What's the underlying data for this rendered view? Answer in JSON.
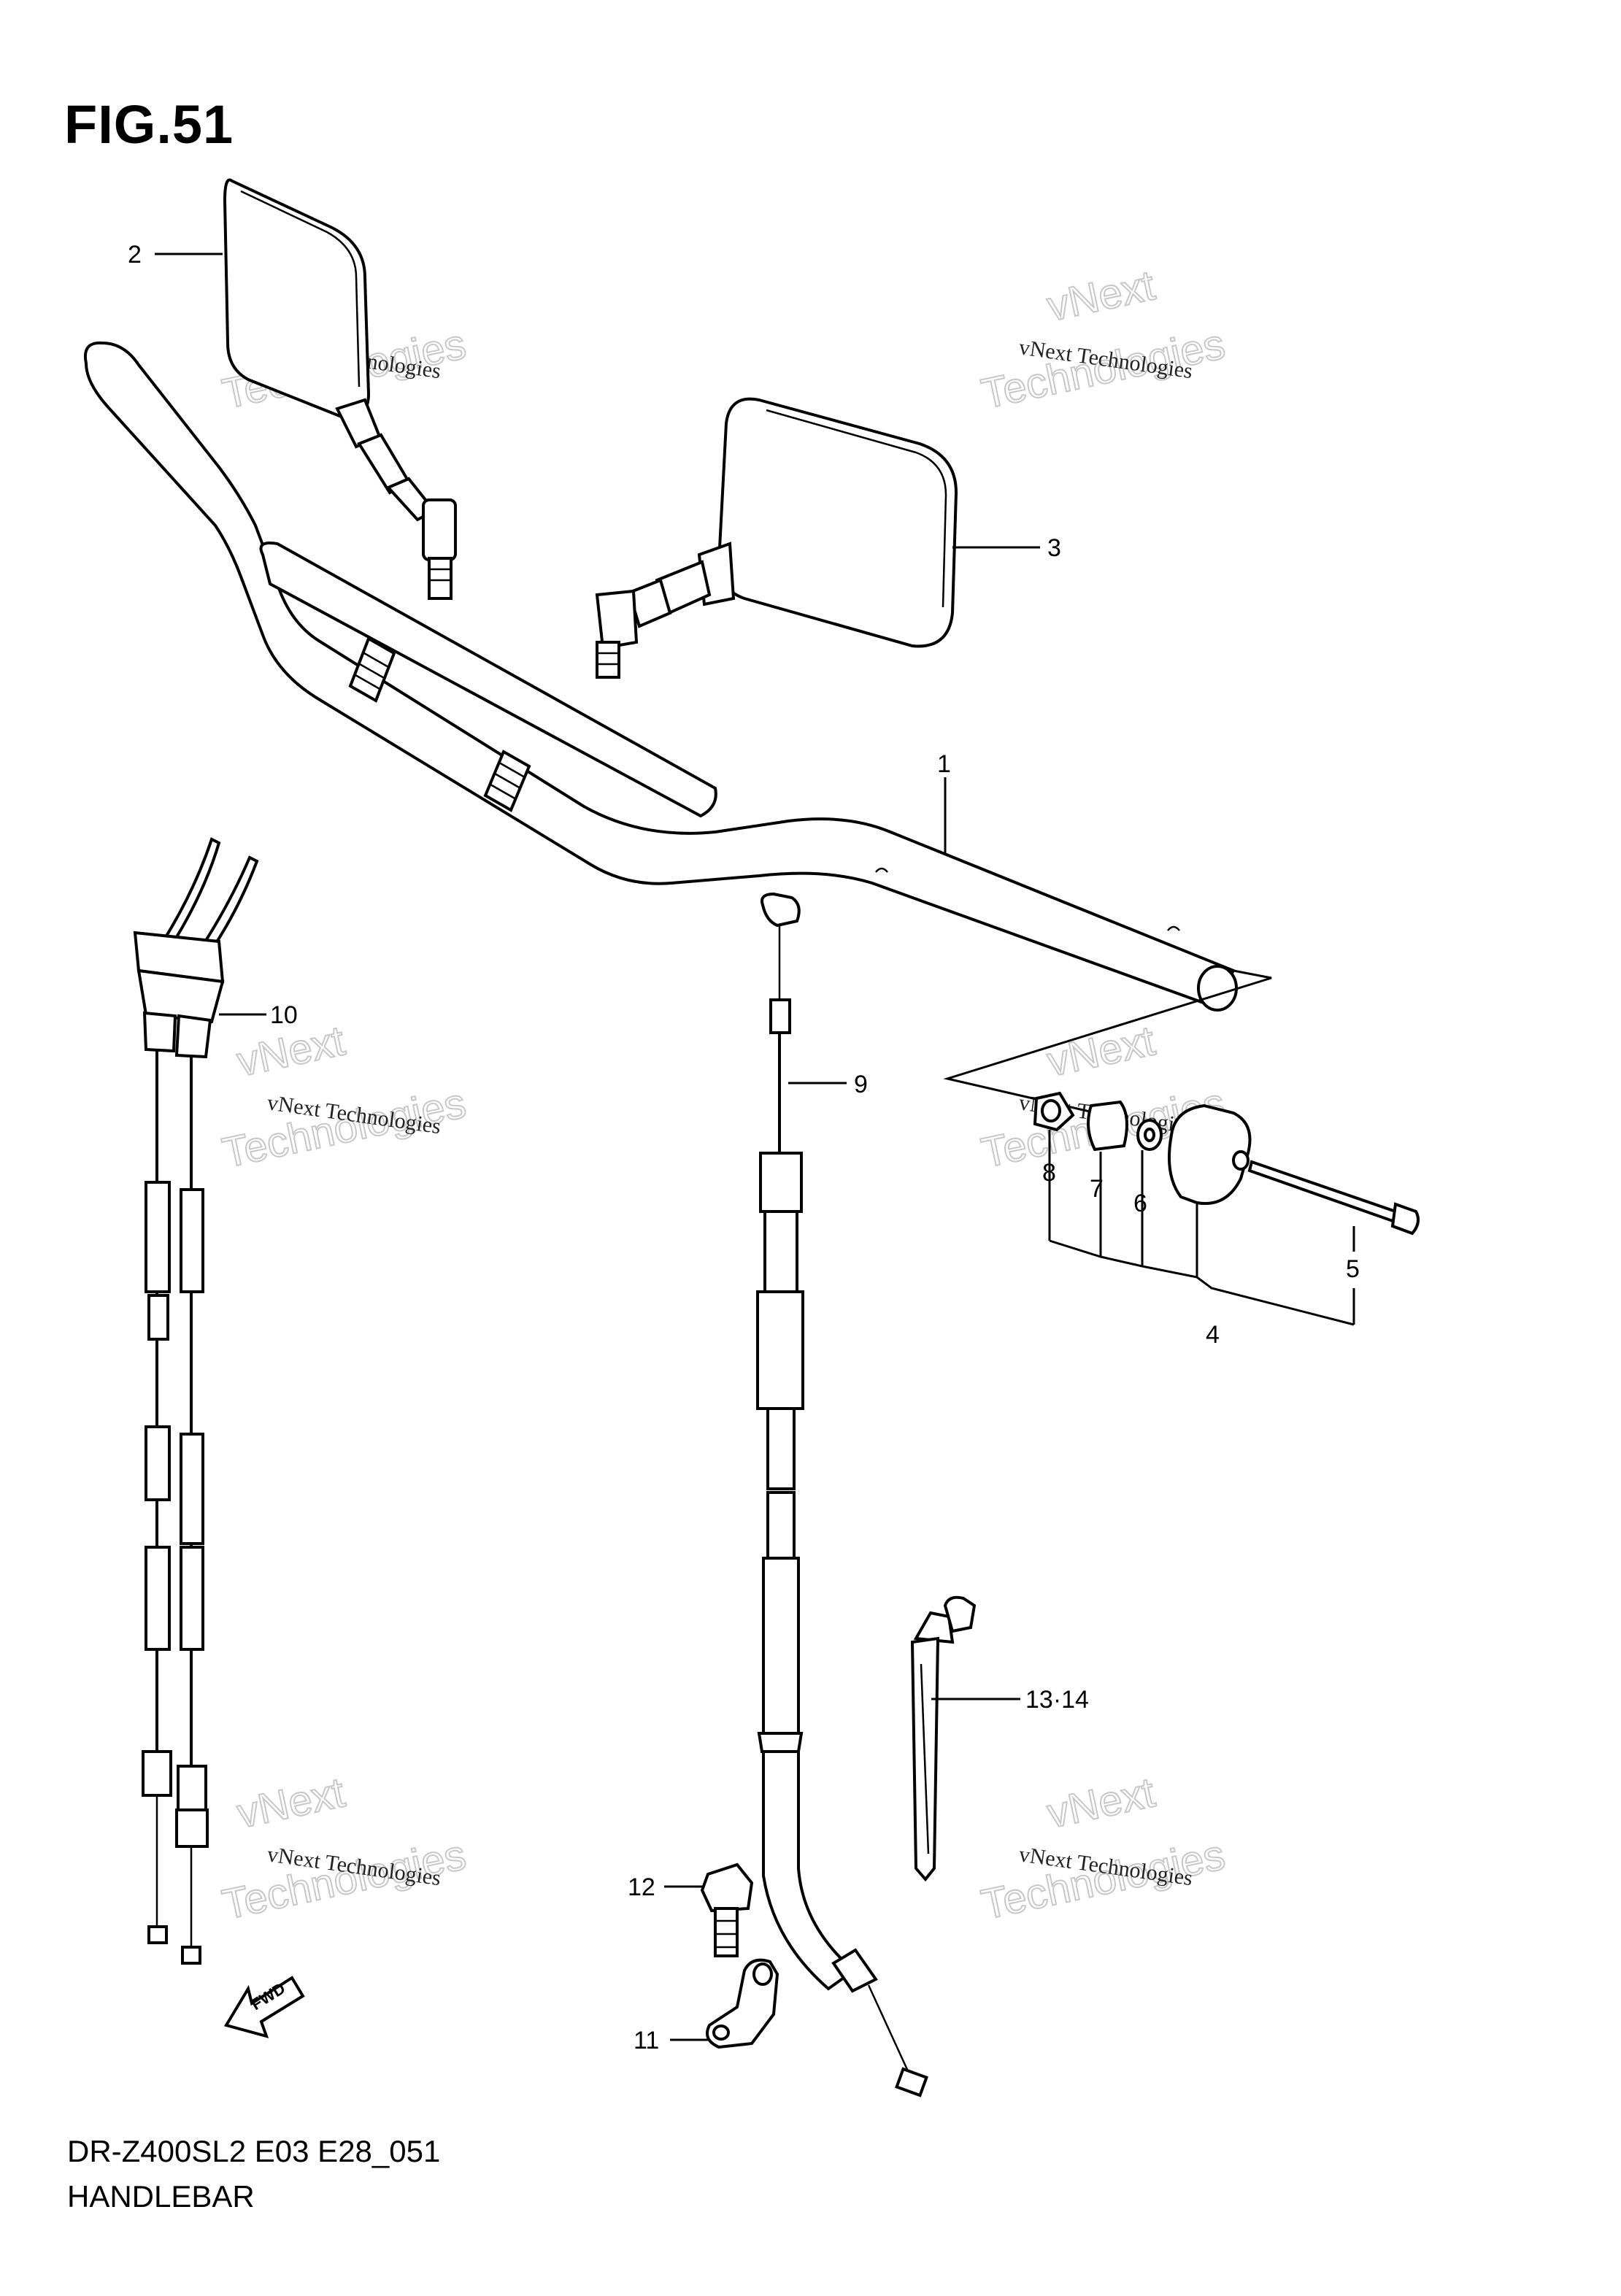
{
  "figure": {
    "title": "FIG.51"
  },
  "footer": {
    "code": "DR-Z400SL2 E03 E28_051",
    "name": "HANDLEBAR"
  },
  "fwd_label": "FWD",
  "watermark": {
    "line1": "vNext Technologies",
    "line2": "vNext",
    "line3": "Technologies"
  },
  "callouts": {
    "c1": "1",
    "c2": "2",
    "c3": "3",
    "c4": "4",
    "c5": "5",
    "c6": "6",
    "c7": "7",
    "c8": "8",
    "c9": "9",
    "c10": "10",
    "c11": "11",
    "c12": "12",
    "c13_14": "13·14"
  }
}
